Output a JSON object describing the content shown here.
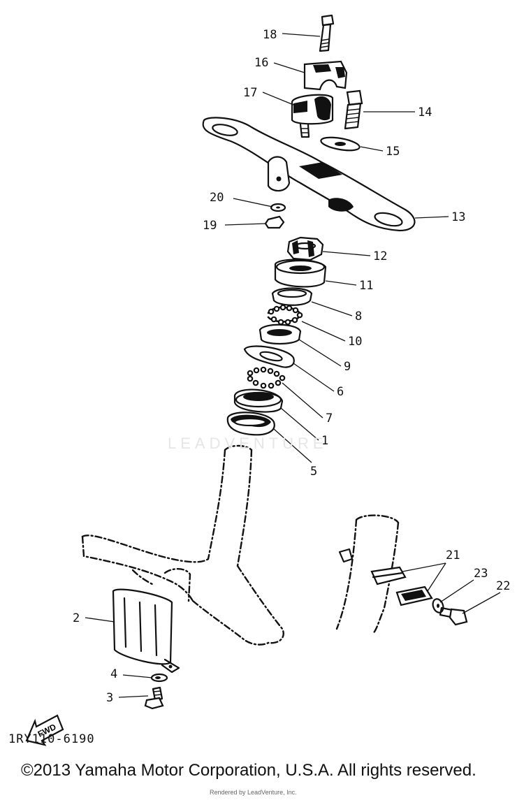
{
  "diagram": {
    "watermark": "LEADVENTURE",
    "drawing_code": "1RY110-6190",
    "fwd_label": "FWD",
    "copyright": "©2013 Yamaha Motor Corporation, U.S.A. All rights reserved.",
    "rendered_by": "Rendered by LeadVenture, Inc.",
    "callouts": [
      "18",
      "16",
      "17",
      "14",
      "15",
      "13",
      "20",
      "19",
      "12",
      "11",
      "8",
      "10",
      "9",
      "6",
      "7",
      "1",
      "5",
      "21",
      "23",
      "22",
      "2",
      "4",
      "3"
    ]
  }
}
